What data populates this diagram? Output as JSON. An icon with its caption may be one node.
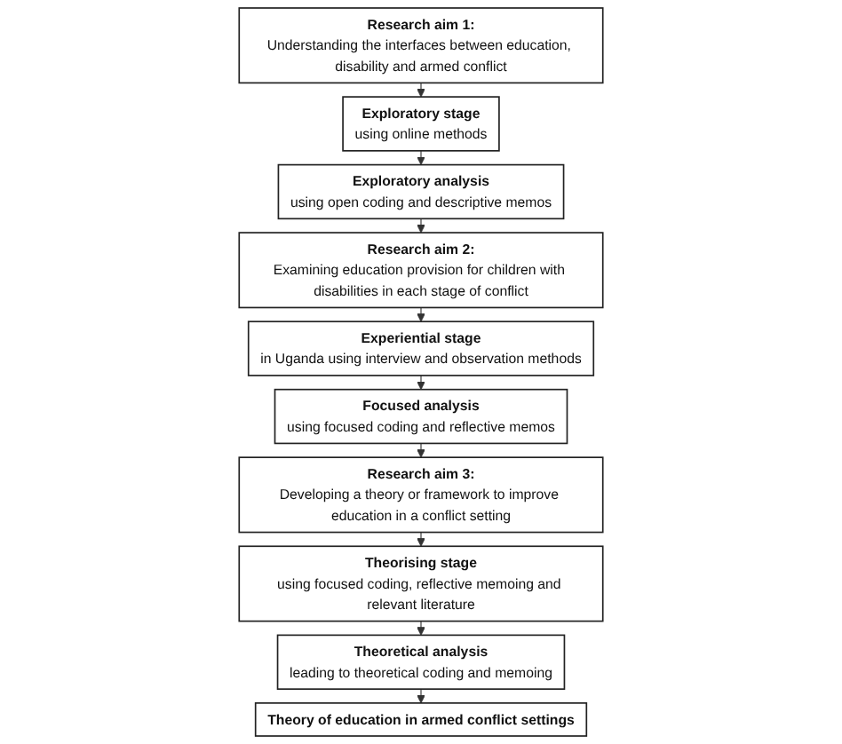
{
  "diagram": {
    "nodes": [
      {
        "text": [
          "Research aim 1:",
          "Understanding the interfaces between education, disability and armed conflict"
        ]
      },
      {
        "text": [
          "Exploratory stage",
          "using online methods"
        ]
      },
      {
        "text": [
          "Exploratory analysis",
          "using open coding and descriptive memos"
        ]
      },
      {
        "text": [
          "Research aim 2:",
          "Examining education provision for children with disabilities in each stage of conflict"
        ]
      },
      {
        "text": [
          "Experiential stage",
          "in Uganda using interview and observation methods"
        ]
      },
      {
        "text": [
          "Focused analysis",
          "using focused coding and reflective memos"
        ]
      },
      {
        "text": [
          "Research aim 3:",
          "Developing a theory or framework to improve education in a conflict setting"
        ]
      },
      {
        "text": [
          "Theorising stage",
          "using focused coding, reflective memoing and relevant literature"
        ]
      },
      {
        "text": [
          "Theoretical analysis",
          "leading to theoretical coding and memoing"
        ]
      },
      {
        "text": [
          "Theory of education in armed conflict settings"
        ]
      }
    ],
    "edges": [
      {
        "from": 0,
        "to": 1,
        "arrow": "to"
      },
      {
        "from": 1,
        "to": 2,
        "arrow": "to"
      },
      {
        "from": 2,
        "to": 3,
        "arrow": "to"
      },
      {
        "from": 3,
        "to": 4,
        "arrow": "to"
      },
      {
        "from": 4,
        "to": 5,
        "arrow": "to"
      },
      {
        "from": 5,
        "to": 6,
        "arrow": "to"
      },
      {
        "from": 6,
        "to": 7,
        "arrow": "to"
      },
      {
        "from": 7,
        "to": 8,
        "arrow": "to"
      },
      {
        "from": 8,
        "to": 9,
        "arrow": "to"
      }
    ]
  }
}
